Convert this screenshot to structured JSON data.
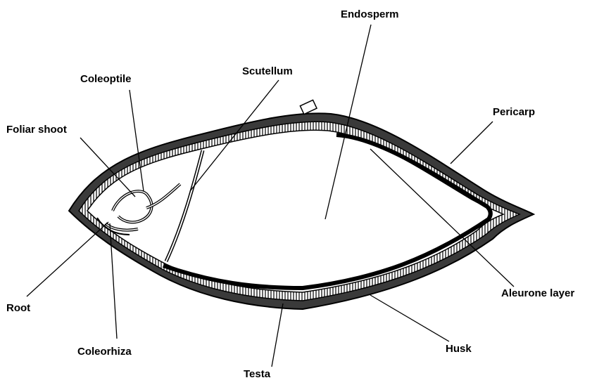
{
  "labels": {
    "endosperm": "Endosperm",
    "scutellum": "Scutellum",
    "coleoptile": "Coleoptile",
    "foliar_shoot": "Foliar shoot",
    "pericarp": "Pericarp",
    "root": "Root",
    "aleurone_layer": "Aleurone layer",
    "coleorhiza": "Coleorhiza",
    "husk": "Husk",
    "testa": "Testa"
  },
  "colors": {
    "outline": "#000000",
    "husk_fill": "#3a3a3a",
    "background": "#ffffff"
  }
}
